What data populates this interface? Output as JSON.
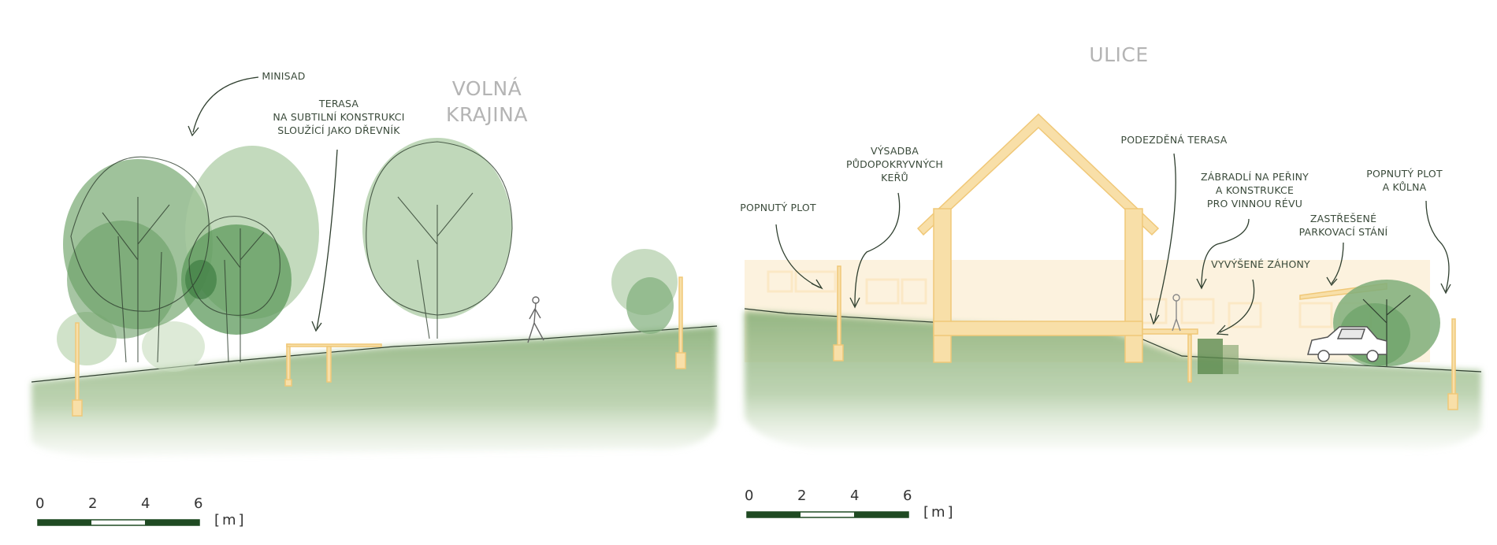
{
  "left_section": {
    "title": "VOLNÁ\nKRAJINA",
    "labels": {
      "minisad": "MINISAD",
      "terasa": "TERASA\nNA SUBTILNÍ KONSTRUKCI\nSLOUŽÍCÍ JAKO DŘEVNÍK"
    },
    "scale": {
      "ticks": [
        "0",
        "2",
        "4",
        "6"
      ],
      "unit": "[m]"
    }
  },
  "right_section": {
    "title": "ULICE",
    "labels": {
      "popnuty_plot": "POPNUTÝ PLOT",
      "vysadba": "VÝSADBA\nPŮDOPOKRYVNÝCH\nKEŘŮ",
      "podezdena_terasa": "PODEZDĚNÁ TERASA",
      "zabradli": "ZÁBRADLÍ NA PEŘINY\nA KONSTRUKCE\nPRO VINNOU RÉVU",
      "vyvysene_zahony": "VYVÝŠENÉ ZÁHONY",
      "zastresene": "ZASTŘEŠENÉ\nPARKOVACÍ STÁNÍ",
      "popnuty_plot_kulna": "POPNUTÝ PLOT\nA KŮLNA"
    },
    "scale": {
      "ticks": [
        "0",
        "2",
        "4",
        "6"
      ],
      "unit": "[m]"
    }
  },
  "colors": {
    "grass": "#8fb37e",
    "grass_light": "#b7cfa8",
    "tree_dark": "#4f8f55",
    "tree_light": "#a8c9a0",
    "structure": "#f8dfa8",
    "structure_line": "#f0c878",
    "line": "#3a4a3a",
    "scale_dark": "#1f4a22",
    "title_grey": "#b4b4b4"
  }
}
